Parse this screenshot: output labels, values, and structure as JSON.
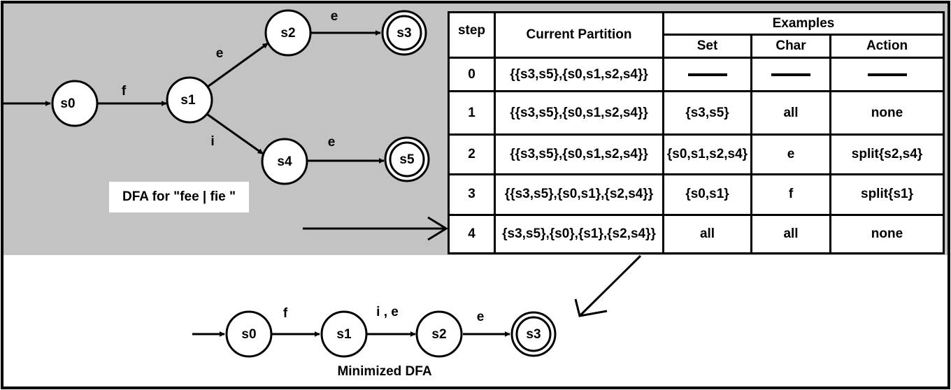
{
  "original_dfa": {
    "caption": "DFA for \"fee | fie \"",
    "states": [
      {
        "name": "s0",
        "accepting": false
      },
      {
        "name": "s1",
        "accepting": false
      },
      {
        "name": "s2",
        "accepting": false
      },
      {
        "name": "s3",
        "accepting": true
      },
      {
        "name": "s4",
        "accepting": false
      },
      {
        "name": "s5",
        "accepting": true
      }
    ],
    "transitions": [
      {
        "from": "s0",
        "to": "s1",
        "label": "f"
      },
      {
        "from": "s1",
        "to": "s2",
        "label": "e"
      },
      {
        "from": "s1",
        "to": "s4",
        "label": "i"
      },
      {
        "from": "s2",
        "to": "s3",
        "label": "e"
      },
      {
        "from": "s4",
        "to": "s5",
        "label": "e"
      }
    ]
  },
  "table": {
    "headers": {
      "step": "step",
      "partition": "Current Partition",
      "examples": "Examples",
      "set": "Set",
      "char": "Char",
      "action": "Action"
    },
    "rows": [
      {
        "step": "0",
        "partition": "{{s3,s5},{s0,s1,s2,s4}}",
        "set": "",
        "char": "",
        "action": ""
      },
      {
        "step": "1",
        "partition": "{{s3,s5},{s0,s1,s2,s4}}",
        "set": "{s3,s5}",
        "char": "all",
        "action": "none"
      },
      {
        "step": "2",
        "partition": "{{s3,s5},{s0,s1,s2,s4}}",
        "set": "{s0,s1,s2,s4}",
        "char": "e",
        "action": "split{s2,s4}"
      },
      {
        "step": "3",
        "partition": "{{s3,s5},{s0,s1},{s2,s4}}",
        "set": "{s0,s1}",
        "char": "f",
        "action": "split{s1}"
      },
      {
        "step": "4",
        "partition": "{s3,s5},{s0},{s1},{s2,s4}}",
        "set": "all",
        "char": "all",
        "action": "none"
      }
    ]
  },
  "minimized_dfa": {
    "caption": "Minimized DFA",
    "states": [
      {
        "name": "s0",
        "accepting": false
      },
      {
        "name": "s1",
        "accepting": false
      },
      {
        "name": "s2",
        "accepting": false
      },
      {
        "name": "s3",
        "accepting": true
      }
    ],
    "transitions": [
      {
        "from": "s0",
        "to": "s1",
        "label": "f"
      },
      {
        "from": "s1",
        "to": "s2",
        "label": "i , e"
      },
      {
        "from": "s2",
        "to": "s3",
        "label": "e"
      }
    ]
  },
  "colors": {
    "panel": "#c3c3c3",
    "line": "#000000",
    "node_fill": "#ffffff"
  }
}
